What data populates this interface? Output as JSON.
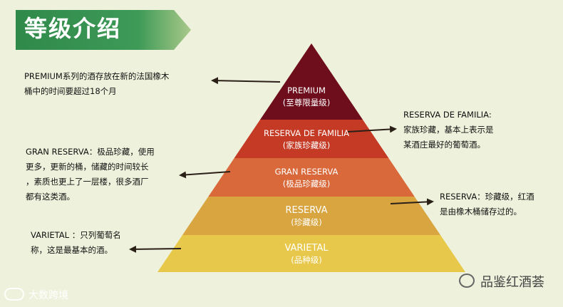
{
  "header": {
    "title": "等级介绍"
  },
  "pyramid": {
    "tiers": [
      {
        "en": "PREMIUM",
        "cn": "(至尊限量级)",
        "color": "#6e0d1c"
      },
      {
        "en": "RESERVA DE FAMILIA",
        "cn": "(家族珍藏级)",
        "color": "#c43a25"
      },
      {
        "en": "GRAN RESERVA",
        "cn": "(极品珍藏级)",
        "color": "#d9693a"
      },
      {
        "en": "RESERVA",
        "cn": "(珍藏级)",
        "color": "#d8a540"
      },
      {
        "en": "VARIETAL",
        "cn": "(品种级)",
        "color": "#e8c84a"
      }
    ]
  },
  "annotations": {
    "premium": "PREMIUM系列的酒存放在新的法国橡木\n桶中的时间要超过18个月",
    "familia": "RESERVA  DE  FAMILIA:\n家族珍藏，基本上表示是\n某酒庄最好的葡萄酒。",
    "gran": "GRAN   RESERVA：极品珍藏，使用\n更多，更新的桶，储藏的时间较长\n，素质也更上了一层楼，很多酒厂\n都有这类酒。",
    "reserva": "RESERVA：珍藏级，红酒\n是由橡木桶储存过的。",
    "varietal": "VARIETAL  ：只列葡萄名\n称，这是最基本的酒。"
  },
  "watermarks": {
    "right": "品鉴红酒荟",
    "left": "大数跨境"
  }
}
